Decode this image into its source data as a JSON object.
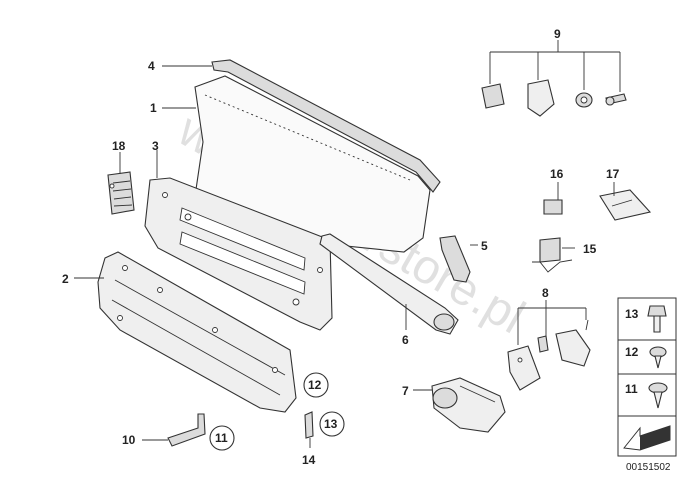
{
  "callouts": {
    "p1": "1",
    "p2": "2",
    "p3": "3",
    "p4": "4",
    "p5": "5",
    "p6": "6",
    "p7": "7",
    "p8": "8",
    "p9": "9",
    "p10": "10",
    "p11": "11",
    "p12": "12",
    "p13": "13",
    "p14": "14",
    "p15": "15",
    "p16": "16",
    "p17": "17",
    "p18": "18"
  },
  "circled": {
    "c11": "11",
    "c12": "12",
    "c13": "13"
  },
  "legend": {
    "l13": "13",
    "l12": "12",
    "l11": "11"
  },
  "watermark": "www.BMWstore.pl",
  "diagram_id": "00151502",
  "colors": {
    "line": "#333333",
    "fill": "#efefef",
    "watermark": "#c8c8c8"
  }
}
